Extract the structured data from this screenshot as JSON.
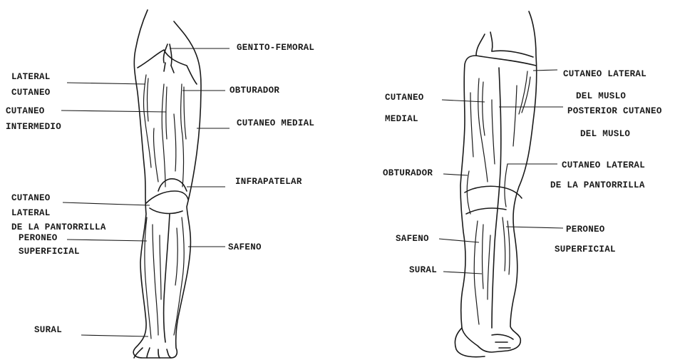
{
  "front_view": {
    "genito_femoral": "GENITO-FEMORAL",
    "lateral_cutaneo": [
      "LATERAL",
      "CUTANEO"
    ],
    "obturador": "OBTURADOR",
    "cutaneo_intermedio": [
      "CUTANEO",
      "INTERMEDIO"
    ],
    "cutaneo_medial": "CUTANEO MEDIAL",
    "infrapatelar": "INFRAPATELAR",
    "cutaneo_lateral_pantorrilla": [
      "CUTANEO",
      "LATERAL",
      "DE  LA PANTORRILLA"
    ],
    "peroneo_superficial": [
      "PERONEO",
      "SUPERFICIAL"
    ],
    "safeno": "SAFENO",
    "sural": "SURAL"
  },
  "back_view": {
    "cutaneo_lateral_muslo": [
      "CUTANEO  LATERAL",
      "DEL   MUSLO"
    ],
    "cutaneo_medial": [
      "CUTANEO",
      "MEDIAL"
    ],
    "posterior_cutaneo": [
      "POSTERIOR CUTANEO",
      "DEL MUSLO"
    ],
    "cutaneo_lateral_pantorrilla": [
      "CUTANEO LATERAL",
      "DE LA PANTORRILLA"
    ],
    "obturador": "OBTURADOR",
    "peroneo_superficial": [
      "PERONEO",
      "SUPERFICIAL"
    ],
    "safeno": "SAFENO",
    "sural": "SURAL"
  }
}
